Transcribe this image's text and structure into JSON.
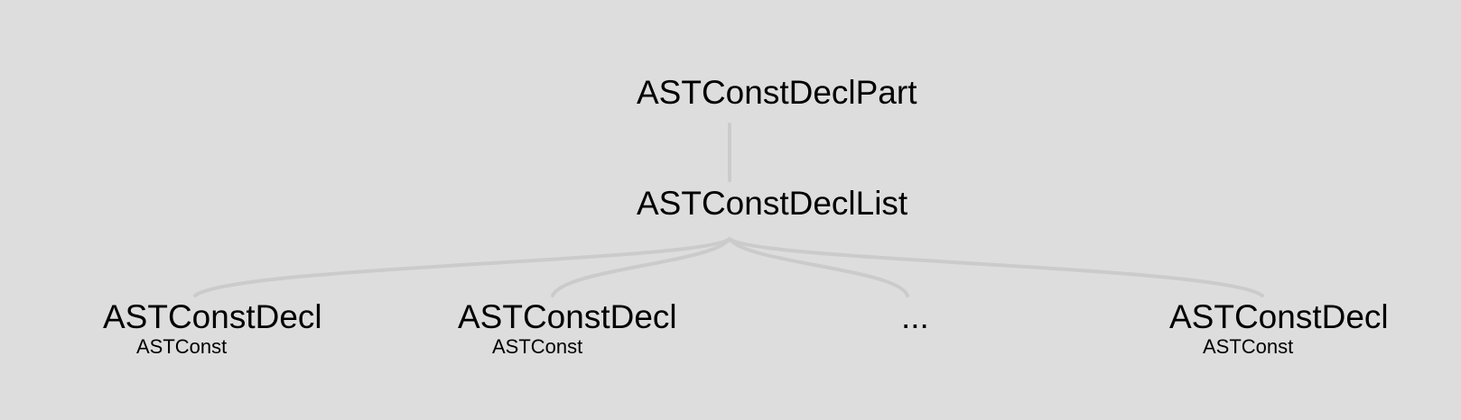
{
  "diagram": {
    "root": {
      "label": "ASTConstDeclPart"
    },
    "list": {
      "label": "ASTConstDeclList"
    },
    "children": [
      {
        "label": "ASTConstDecl",
        "sublabel": "ASTConst"
      },
      {
        "label": "ASTConstDecl",
        "sublabel": "ASTConst"
      },
      {
        "label": "..."
      },
      {
        "label": "ASTConstDecl",
        "sublabel": "ASTConst"
      }
    ]
  },
  "colors": {
    "background": "#dddddd",
    "edge": "#cbcbcb",
    "text": "#000000"
  }
}
